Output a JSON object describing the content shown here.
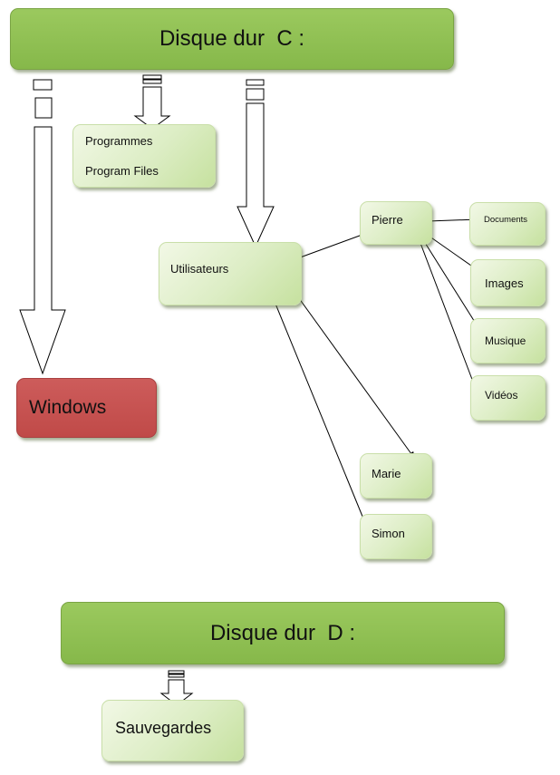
{
  "colors": {
    "drive_green": "#8dbf52",
    "folder_green": "#dcedc4",
    "system_red": "#c65453",
    "line": "#000000"
  },
  "drive_c": {
    "label": "Disque dur  C :"
  },
  "drive_d": {
    "label": "Disque dur  D :"
  },
  "folders": {
    "windows": "Windows",
    "programmes": "Programmes",
    "program_files": "Program Files",
    "utilisateurs": "Utilisateurs",
    "pierre": "Pierre",
    "documents": "Documents",
    "images": "Images",
    "musique": "Musique",
    "videos": "Vidéos",
    "marie": "Marie",
    "simon": "Simon",
    "sauvegardes": "Sauvegardes"
  }
}
